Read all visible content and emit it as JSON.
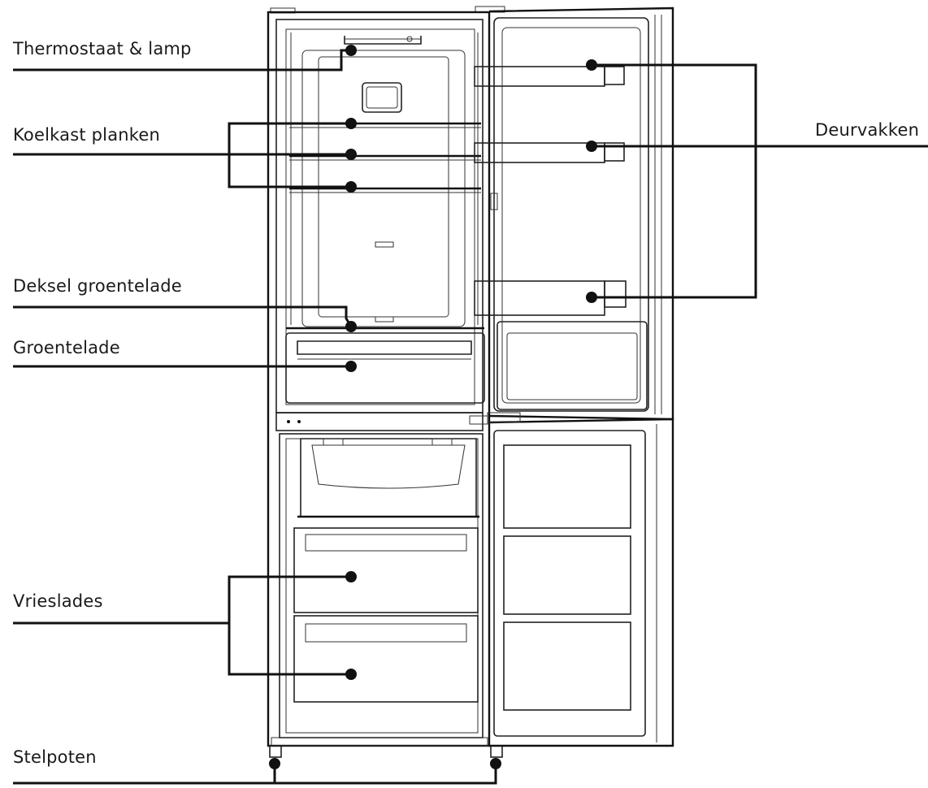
{
  "labels": {
    "thermostat": "Thermostaat & lamp",
    "shelves": "Koelkast planken",
    "crisper_lid": "Deksel groentelade",
    "crisper": "Groentelade",
    "freezer_drawers": "Vrieslades",
    "feet": "Stelpoten",
    "door_bins": "Deurvakken"
  },
  "colors": {
    "ink": "#111111",
    "background": "#ffffff"
  }
}
